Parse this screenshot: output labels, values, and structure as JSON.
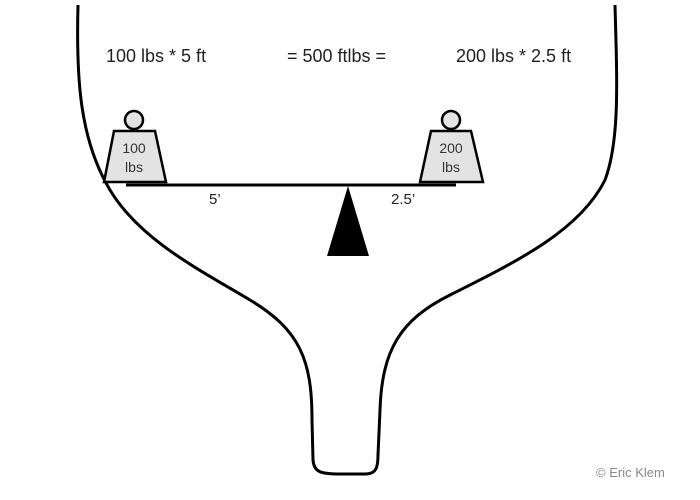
{
  "equation": {
    "left": "100 lbs * 5 ft",
    "middle": "= 500 ftlbs =",
    "right": "200 lbs * 2.5 ft"
  },
  "weights": [
    {
      "value": "100",
      "unit": "lbs"
    },
    {
      "value": "200",
      "unit": "lbs"
    }
  ],
  "distances": {
    "left": "5’",
    "right": "2.5’"
  },
  "copyright": "© Eric Klem",
  "colors": {
    "weight_fill": "#e3e3e3",
    "stroke": "#000000"
  }
}
